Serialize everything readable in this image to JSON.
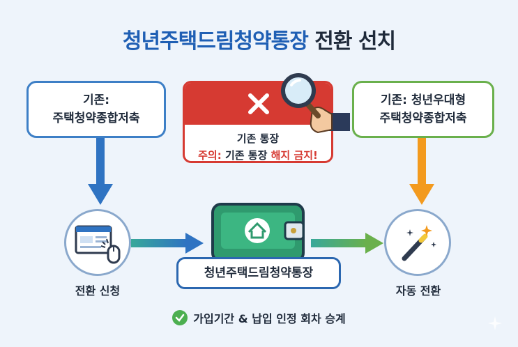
{
  "title": {
    "highlight": "청년주택드림청약통장",
    "rest": "전환 선치"
  },
  "existing_box": {
    "line1": "기존:",
    "line2": "주택청약종합저축"
  },
  "warning_box": {
    "line1": "기존 통장",
    "line2_prefix": "주의:",
    "line2_middle": "기존 통장",
    "line2_red": "해지 금지!"
  },
  "right_box": {
    "line1": "기존: 청년우대형",
    "line2": "주택청약종합저축"
  },
  "steps": {
    "apply": "전환 신청",
    "account": "청년주택드림청약통장",
    "auto": "자동 전환"
  },
  "footer_note": "가입기간 & 납입 인정 회차 승계",
  "colors": {
    "blue": "#1f5fb4",
    "red": "#d63a32",
    "green": "#6ab04c",
    "orange": "#f39a1e"
  }
}
